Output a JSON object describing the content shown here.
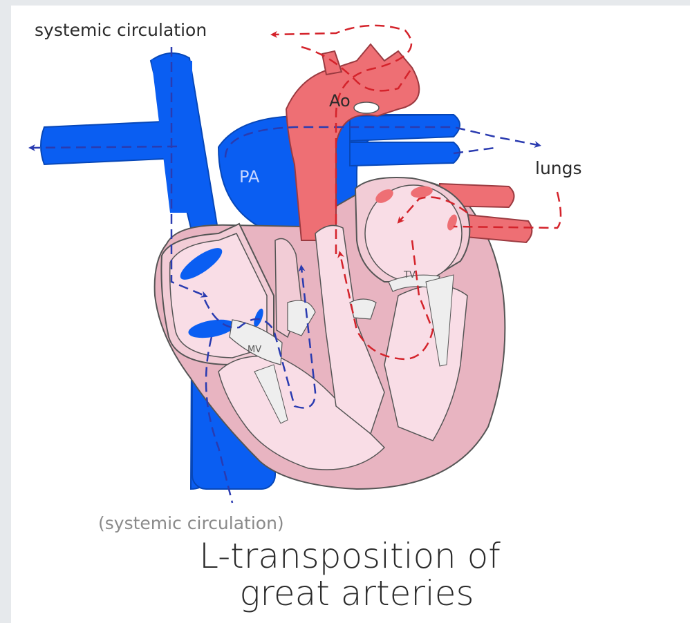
{
  "labels": {
    "systemic_top": "systemic circulation",
    "systemic_bottom": "(systemic circulation)",
    "lungs": "lungs",
    "pa": "PA",
    "ao": "Ao",
    "mv": "MV",
    "tv": "TV"
  },
  "title": {
    "line1": "L-transposition of",
    "line2": "great arteries"
  },
  "colors": {
    "vein_blue": "#0a5ef2",
    "aorta_red": "#ee6f74",
    "heart_outer": "#e8b4c1",
    "heart_inner": "#f9dde6",
    "valve": "#eeeeee",
    "flow_blue": "#2a3bb0",
    "flow_red": "#d4232b",
    "outline": "#555555",
    "background": "#e6e9ec"
  }
}
